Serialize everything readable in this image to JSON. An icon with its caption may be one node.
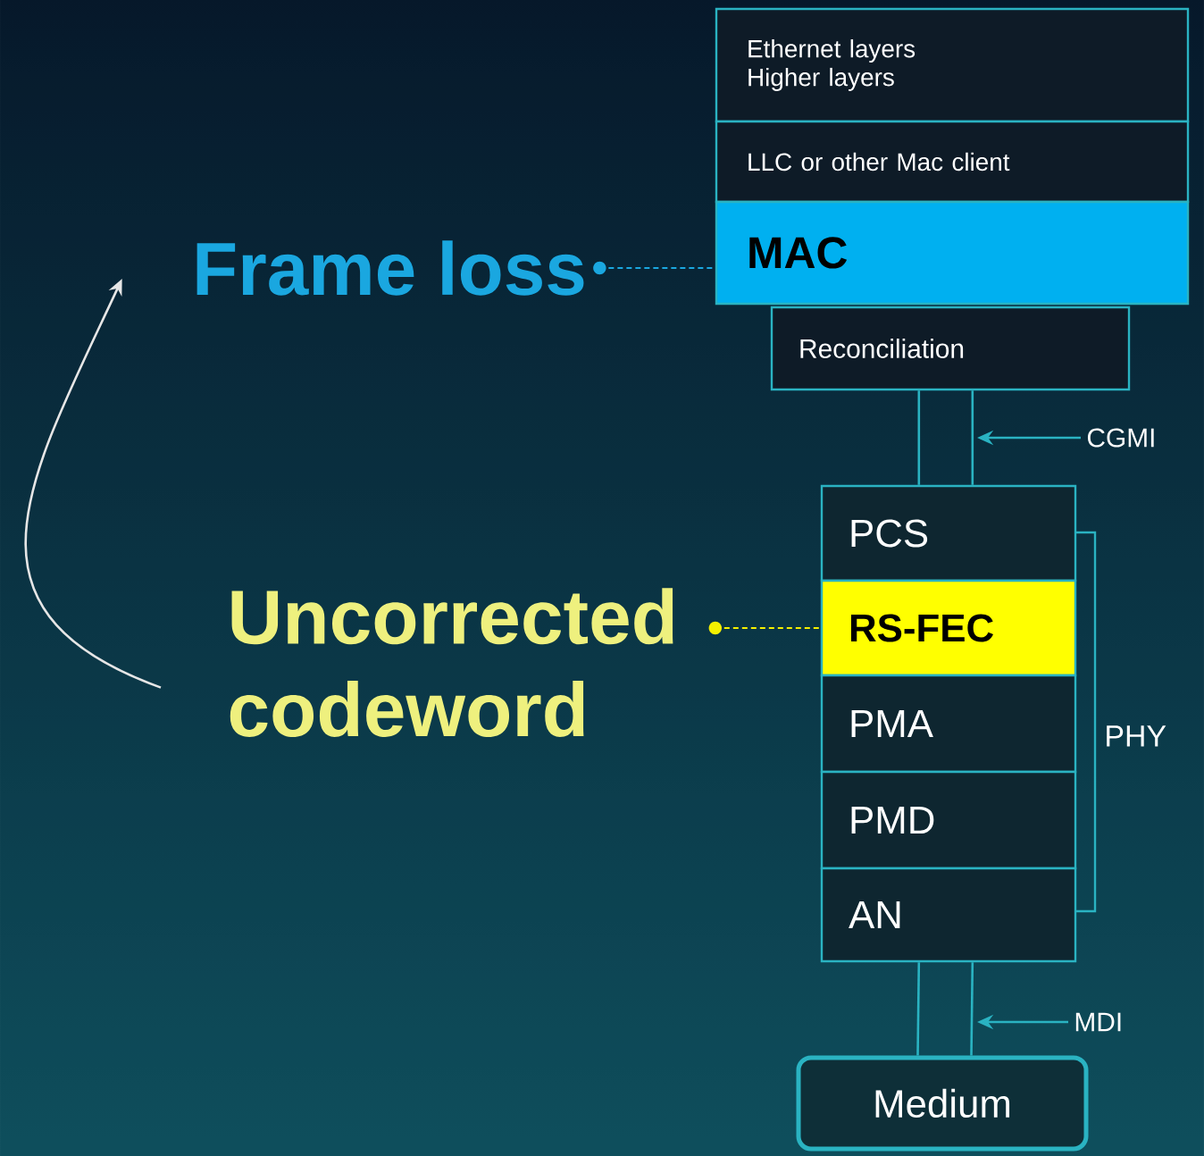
{
  "diagram": {
    "nodes": [
      {
        "text": [
          "Ethernet layers",
          "Higher layers"
        ]
      },
      {
        "text": [
          "LLC or other Mac client"
        ]
      },
      {
        "text": [
          "MAC"
        ]
      },
      {
        "text": [
          "Reconciliation"
        ]
      },
      {
        "text": [
          "PCS"
        ]
      },
      {
        "text": [
          "RS-FEC"
        ]
      },
      {
        "text": [
          "PMA"
        ]
      },
      {
        "text": [
          "PMD"
        ]
      },
      {
        "text": [
          "AN"
        ]
      },
      {
        "text": [
          "Medium"
        ]
      },
      {
        "text": [
          "Frame loss"
        ]
      },
      {
        "text": [
          "Uncorrected codeword"
        ]
      },
      {
        "text": [
          "CGMI"
        ]
      },
      {
        "text": [
          "MDI"
        ]
      }
    ],
    "edges": [
      {
        "from": 10,
        "to": 2,
        "arrow": "other",
        "style": "dashed",
        "color": "#1aa7e0"
      },
      {
        "from": 11,
        "to": 5,
        "arrow": "other",
        "style": "dashed",
        "color": "#f5f000"
      },
      {
        "from": 11,
        "to": 10,
        "arrow": "to",
        "color": "#e6e6e6"
      },
      {
        "from": 3,
        "to": 4,
        "arrow": "none"
      },
      {
        "from": 3,
        "to": 4,
        "arrow": "none"
      },
      {
        "from": 8,
        "to": 9,
        "arrow": "none"
      },
      {
        "from": 8,
        "to": 9,
        "arrow": "none"
      },
      {
        "from": 12,
        "to": null,
        "arrow": "to"
      },
      {
        "from": 13,
        "to": null,
        "arrow": "to"
      }
    ],
    "labels": [
      "PHY"
    ]
  }
}
